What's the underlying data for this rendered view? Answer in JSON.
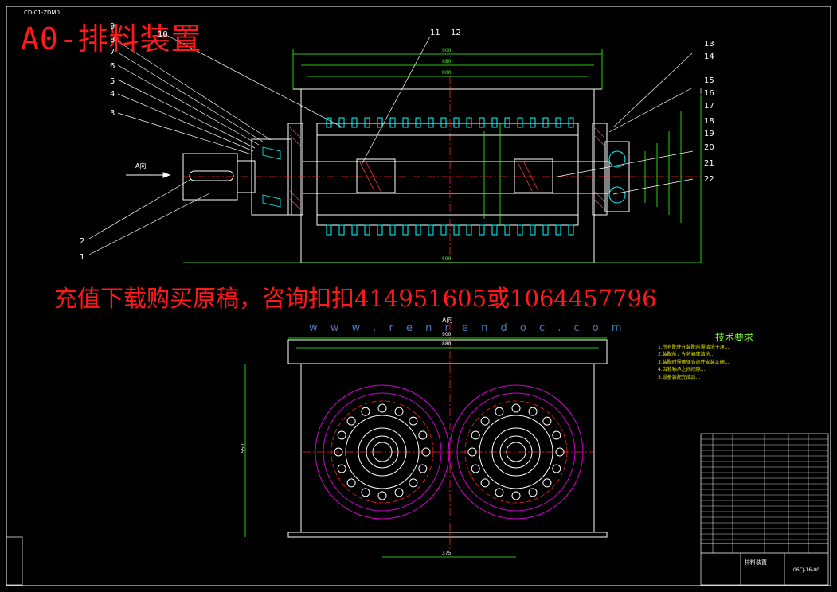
{
  "title_overlay": "A0-排料装置",
  "drawing_number_tag": "CD-01-ZDM0",
  "watermark": {
    "text": "充值下载购买原稿，咨询扣扣414951605或1064457796",
    "url": "w w w . r e n r e n d o c . c o m"
  },
  "view_labels": {
    "a_direction": "A向",
    "a_view": "A向"
  },
  "balloons": [
    "1",
    "2",
    "3",
    "4",
    "5",
    "6",
    "7",
    "8",
    "9",
    "10",
    "11",
    "12",
    "13",
    "14",
    "15",
    "16",
    "17",
    "18",
    "19",
    "20",
    "21",
    "22"
  ],
  "dimensions": {
    "top_1": "900",
    "top_2": "880",
    "top_3": "800",
    "bottom_width": "590",
    "bottom_half": "375",
    "side_height": "550",
    "bottom_1": "900",
    "bottom_2": "880"
  },
  "technical_requirements": {
    "title": "技术要求",
    "lines": [
      "1.所有配件在装配前需清洗干净...",
      "2.装配前，先将箱体清洗...",
      "3.装配时需确保各部件安装正确...",
      "4.齿轮轴承之间间隙...",
      "5.设备装配完成后..."
    ]
  },
  "title_block": {
    "name": "排料装置",
    "code": "06CJ-16-00"
  },
  "colors": {
    "background": "#000000",
    "outline": "#ffffff",
    "dimension": "#39ff14",
    "centerline": "#ff2020",
    "hatch": "#00ffff",
    "wheel_outer": "#d000d0",
    "leader": "#ffffff",
    "watermark": "#ff1a1a"
  }
}
